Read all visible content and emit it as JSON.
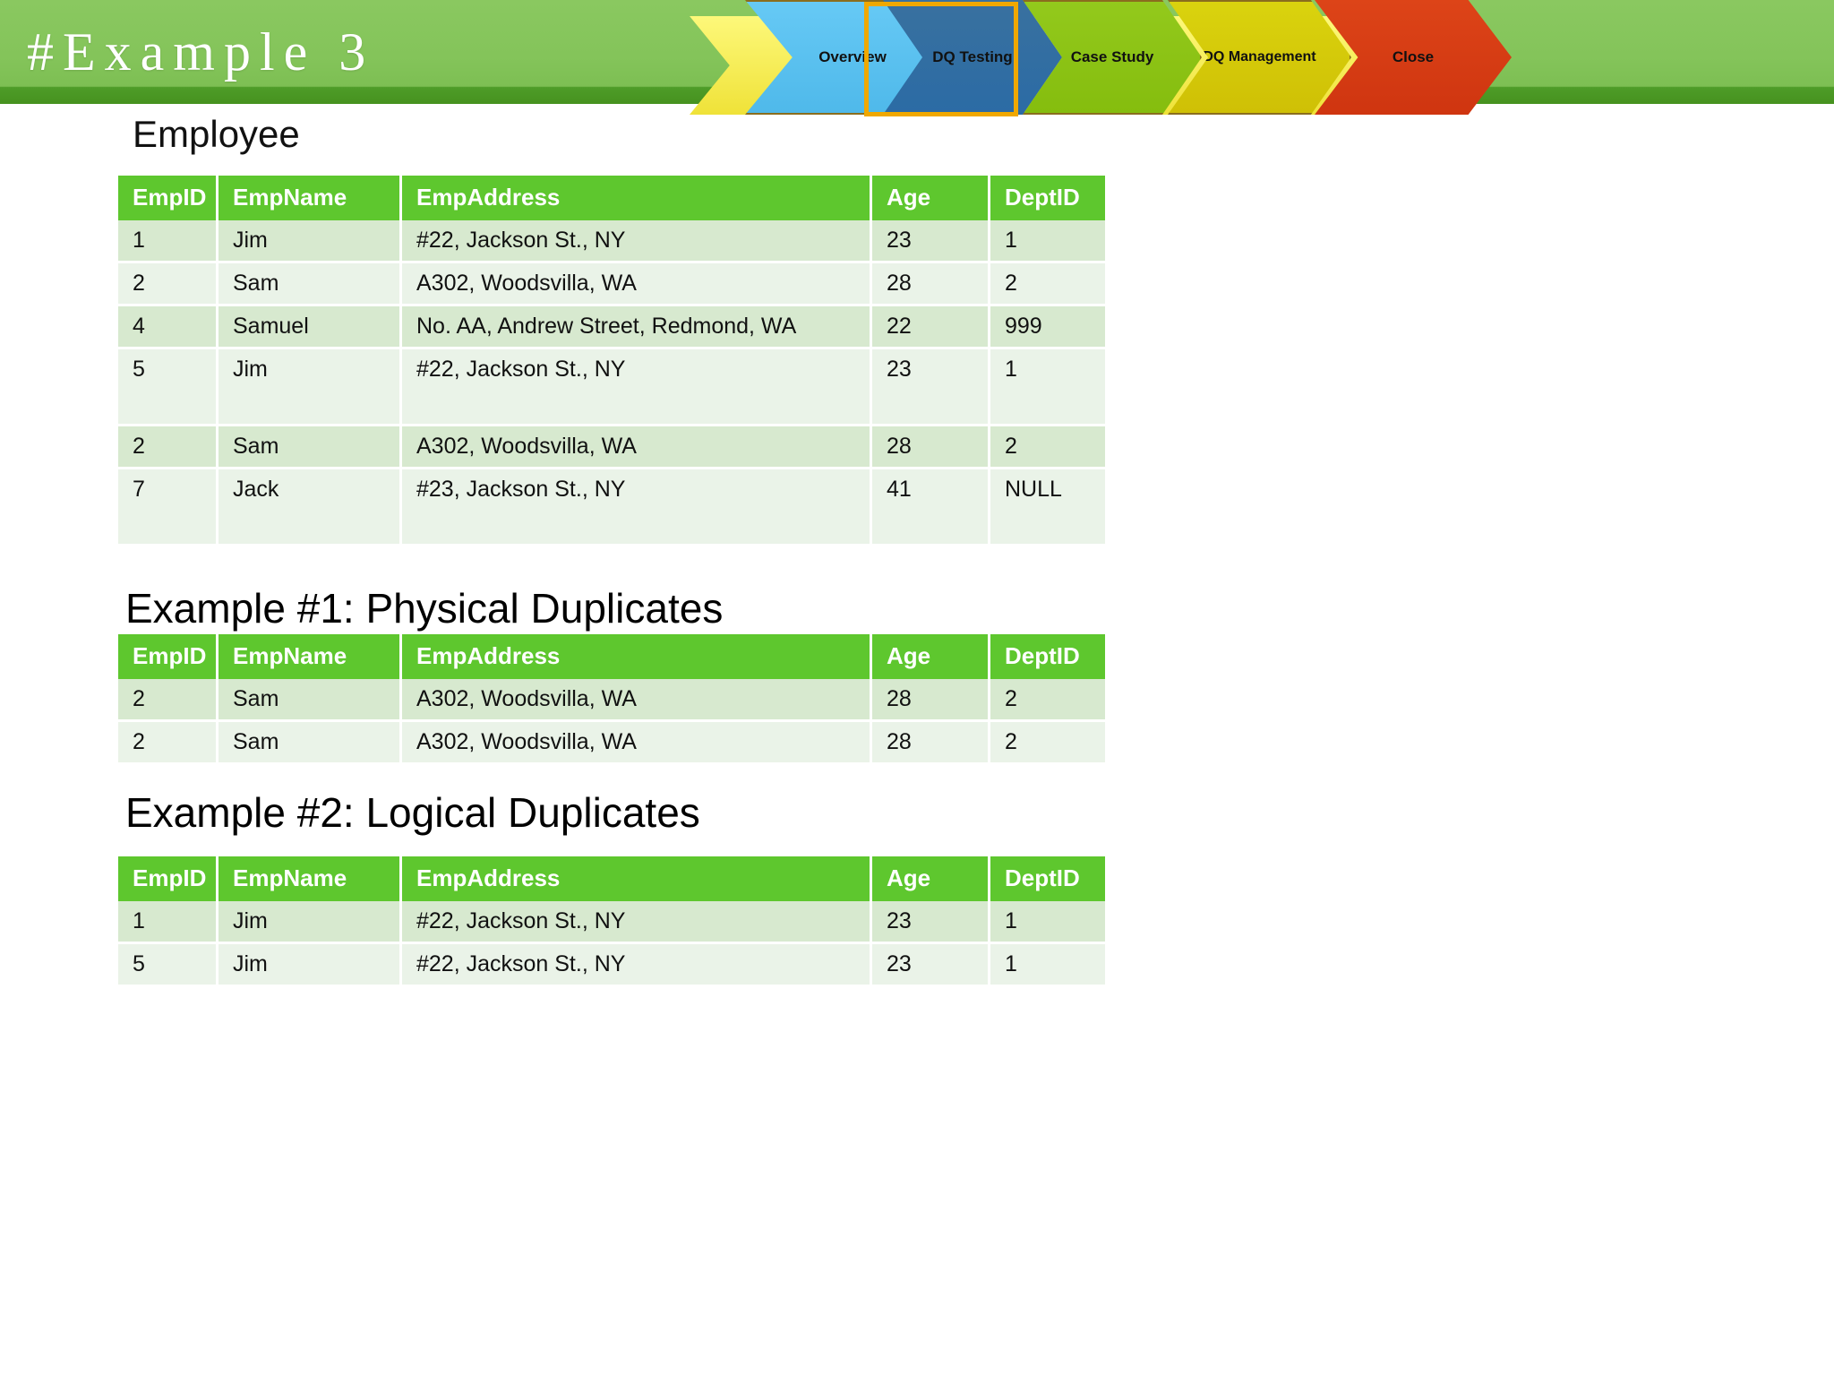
{
  "slide": {
    "title": "#Example 3",
    "subtitle": "Employee"
  },
  "nav": {
    "items": [
      {
        "label": "Overview",
        "color": "#59c2f0",
        "active": false
      },
      {
        "label": "DQ Testing",
        "color": "#2f6ca3",
        "active": true
      },
      {
        "label": "Case Study",
        "color": "#8cc21c",
        "active": false
      },
      {
        "label": "DQ Management",
        "color": "#d4c606",
        "active": false
      },
      {
        "label": "Close",
        "color": "#d83b17",
        "active": false
      }
    ],
    "highlight_color": "#f0a800",
    "connector_color": "#f2e53a"
  },
  "colors": {
    "header_green": "#5ec72e",
    "row_a": "#d7e9cf",
    "row_b": "#eaf3e8",
    "banner_light": "#84c45a",
    "banner_dark": "#46921f"
  },
  "tables": [
    {
      "caption": "Employee",
      "columns": [
        "EmpID",
        "EmpName",
        "EmpAddress",
        "Age",
        "DeptID"
      ],
      "rows": [
        {
          "cells": [
            "1",
            "Jim",
            "#22, Jackson St., NY",
            "23",
            "1"
          ],
          "tall": false
        },
        {
          "cells": [
            "2",
            "Sam",
            "A302, Woodsvilla, WA",
            "28",
            "2"
          ],
          "tall": false
        },
        {
          "cells": [
            "4",
            "Samuel",
            "No. AA, Andrew Street, Redmond, WA",
            "22",
            "999"
          ],
          "tall": false
        },
        {
          "cells": [
            "5",
            "Jim",
            "#22, Jackson St., NY",
            "23",
            "1"
          ],
          "tall": true
        },
        {
          "cells": [
            "2",
            "Sam",
            "A302, Woodsvilla, WA",
            "28",
            "2"
          ],
          "tall": false
        },
        {
          "cells": [
            "7",
            "Jack",
            "#23, Jackson St., NY",
            "41",
            "NULL"
          ],
          "tall": true
        }
      ]
    },
    {
      "caption": "Example #1: Physical Duplicates",
      "columns": [
        "EmpID",
        "EmpName",
        "EmpAddress",
        "Age",
        "DeptID"
      ],
      "rows": [
        {
          "cells": [
            "2",
            "Sam",
            "A302, Woodsvilla, WA",
            "28",
            "2"
          ],
          "tall": false
        },
        {
          "cells": [
            "2",
            "Sam",
            "A302, Woodsvilla, WA",
            "28",
            "2"
          ],
          "tall": false
        }
      ]
    },
    {
      "caption": "Example #2: Logical Duplicates",
      "columns": [
        "EmpID",
        "EmpName",
        "EmpAddress",
        "Age",
        "DeptID"
      ],
      "rows": [
        {
          "cells": [
            "1",
            "Jim",
            "#22, Jackson St., NY",
            "23",
            "1"
          ],
          "tall": false
        },
        {
          "cells": [
            "5",
            "Jim",
            "#22, Jackson St., NY",
            "23",
            "1"
          ],
          "tall": false
        }
      ]
    }
  ]
}
